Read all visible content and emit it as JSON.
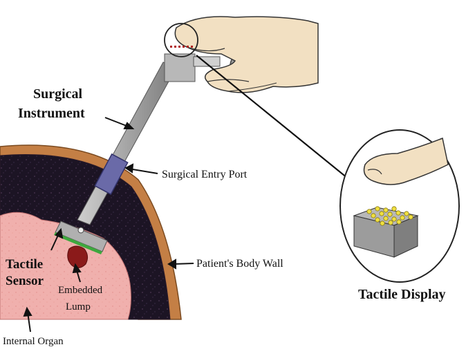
{
  "labels": {
    "surgical_instrument": [
      "Surgical",
      "Instrument"
    ],
    "surgical_entry_port": "Surgical Entry Port",
    "patients_body_wall": "Patient's Body Wall",
    "tactile_sensor": [
      "Tactile",
      "Sensor"
    ],
    "embedded_lump": [
      "Embedded",
      "Lump"
    ],
    "internal_organ": "Internal Organ",
    "tactile_display": "Tactile Display"
  },
  "colors": {
    "body_wall": "#c47f45",
    "cavity": "#1c1424",
    "organ": "#f0b0ad",
    "lump": "#8b1a1a",
    "instrument": "#a8a8a8",
    "entry_port": "#6a6aa8",
    "sensor_pad": "#3ea83e",
    "pins": "#f0e040",
    "skin": "#f2e0c2"
  }
}
